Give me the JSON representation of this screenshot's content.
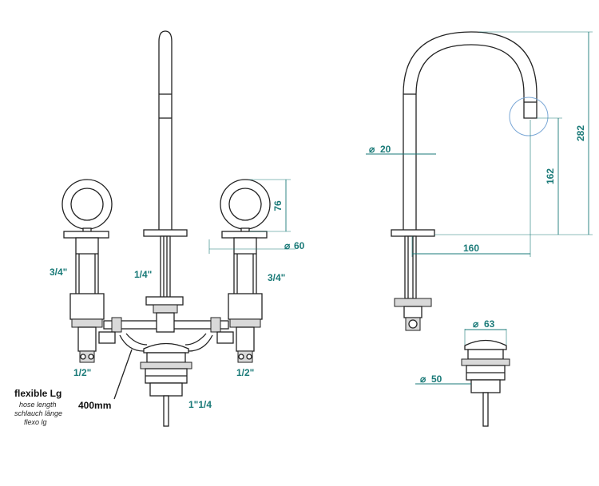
{
  "front_view": {
    "dim_76": "76",
    "dim_60": "60",
    "dia_symbol": "⌀",
    "label_3_4_left": "3/4\"",
    "label_3_4_right": "3/4\"",
    "label_1_4": "1/4\"",
    "label_1_2_left": "1/2\"",
    "label_1_2_right": "1/2\"",
    "label_1_1_4": "1\"1/4",
    "hose_length": "400mm",
    "hose_title": "flexible Lg",
    "hose_line1": "hose length",
    "hose_line2": "schlauch länge",
    "hose_line3": "flexo lg"
  },
  "side_view": {
    "dim_20": "20",
    "dim_282": "282",
    "dim_162": "162",
    "dim_160": "160",
    "dim_63": "63",
    "dim_50": "50",
    "dia_symbol": "⌀"
  },
  "colors": {
    "dimension": "#1a7a78",
    "outline": "#222222",
    "highlight_circle": "#7aa7d6"
  }
}
